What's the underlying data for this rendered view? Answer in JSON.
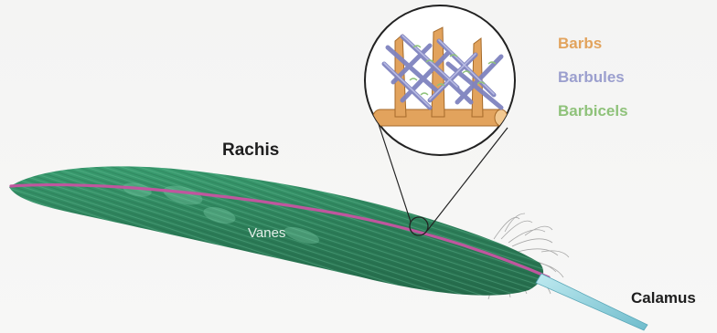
{
  "labels": {
    "rachis": "Rachis",
    "vanes": "Vanes",
    "calamus": "Calamus",
    "barbs": "Barbs",
    "barbules": "Barbules",
    "barbicels": "Barbicels"
  },
  "colors": {
    "vane_green": "#2f8f63",
    "rachis_pink": "#c0569e",
    "calamus_blue": "#8fd3df",
    "barbs_orange": "#e2a35d",
    "barbules_purple": "#9b9fce",
    "barbicels_green": "#8fc27a",
    "down_gray": "#9a9a9a"
  },
  "icons": [
    "feather-illustration",
    "magnified-barbs-detail"
  ]
}
